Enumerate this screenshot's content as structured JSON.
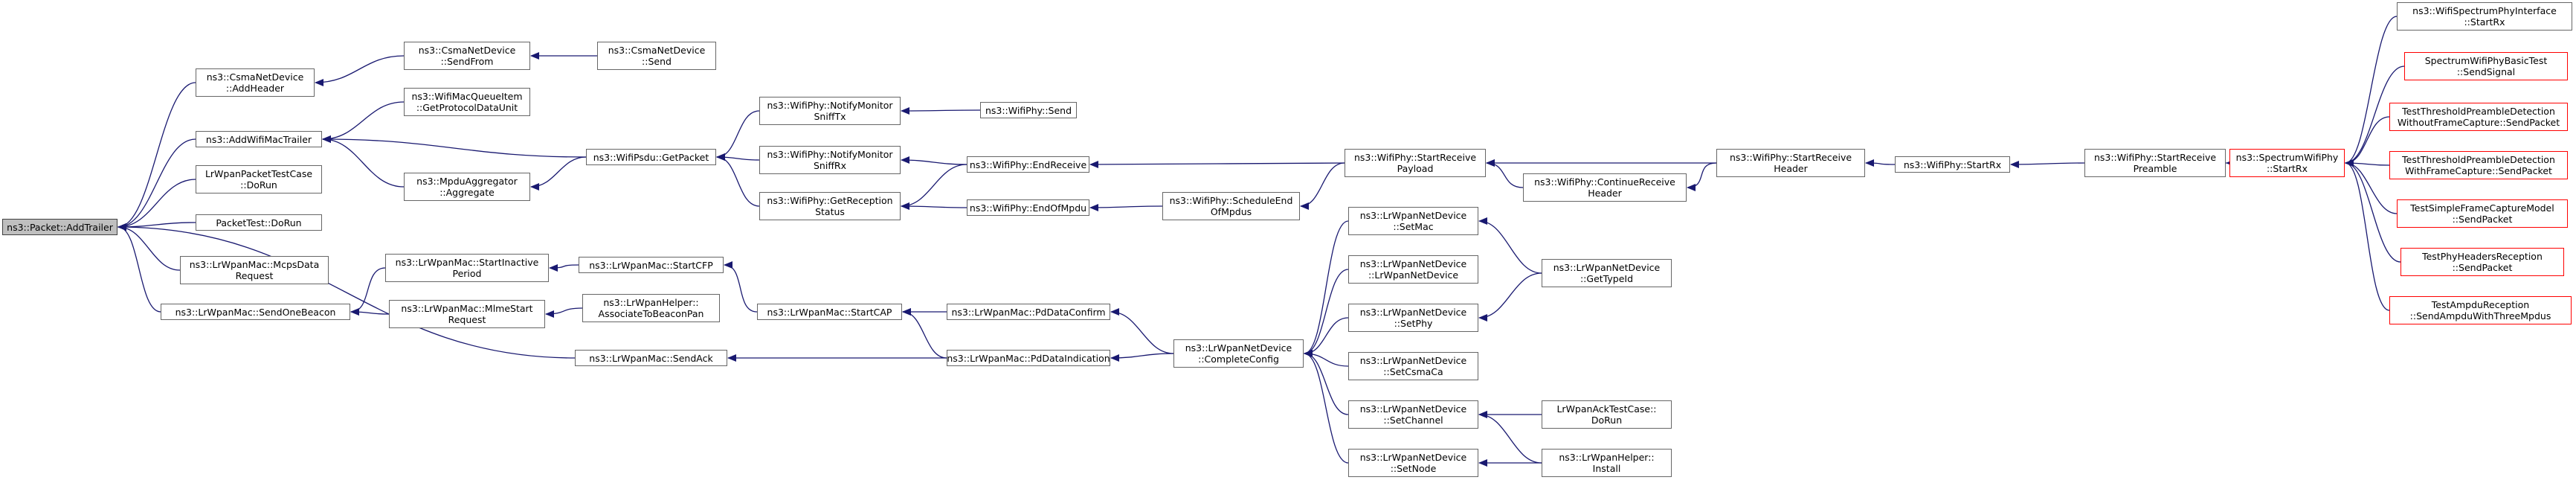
{
  "graph": {
    "root_id": "n0",
    "colors": {
      "edge": "#191970",
      "node_border": "#666666",
      "node_border_red": "#ff0000",
      "root_fill": "#bfbfbf"
    },
    "nodes": [
      {
        "id": "n0",
        "name": "node-packet-addtrailer",
        "lines": [
          "ns3::Packet::AddTrailer"
        ],
        "style": "root"
      },
      {
        "id": "n1",
        "name": "node-csmanetdevice-addheader",
        "lines": [
          "ns3::CsmaNetDevice",
          "::AddHeader"
        ]
      },
      {
        "id": "n2",
        "name": "node-addwifimactrailer",
        "lines": [
          "ns3::AddWifiMacTrailer"
        ]
      },
      {
        "id": "n3",
        "name": "node-lrwpanpackettestcase-dorun",
        "lines": [
          "LrWpanPacketTestCase",
          "::DoRun"
        ]
      },
      {
        "id": "n4",
        "name": "node-packettest-dorun",
        "lines": [
          "PacketTest::DoRun"
        ]
      },
      {
        "id": "n5",
        "name": "node-lrwpanmac-mcpsdatarequest",
        "lines": [
          "ns3::LrWpanMac::McpsData",
          "Request"
        ]
      },
      {
        "id": "n6",
        "name": "node-lrwpanmac-sendonebeacon",
        "lines": [
          "ns3::LrWpanMac::SendOneBeacon"
        ]
      },
      {
        "id": "n7",
        "name": "node-csmanetdevice-sendfrom",
        "lines": [
          "ns3::CsmaNetDevice",
          "::SendFrom"
        ]
      },
      {
        "id": "n8",
        "name": "node-wifimacqueueitem-getprotocoldataunit",
        "lines": [
          "ns3::WifiMacQueueItem",
          "::GetProtocolDataUnit"
        ]
      },
      {
        "id": "n9",
        "name": "node-mpduaggregator-aggregate",
        "lines": [
          "ns3::MpduAggregator",
          "::Aggregate"
        ]
      },
      {
        "id": "n10",
        "name": "node-lrwpanmac-startinactiveperiod",
        "lines": [
          "ns3::LrWpanMac::StartInactive",
          "Period"
        ]
      },
      {
        "id": "n11",
        "name": "node-lrwpanmac-mlmestartrequest",
        "lines": [
          "ns3::LrWpanMac::MlmeStart",
          "Request"
        ]
      },
      {
        "id": "n12",
        "name": "node-csmanetdevice-send",
        "lines": [
          "ns3::CsmaNetDevice",
          "::Send"
        ]
      },
      {
        "id": "n13",
        "name": "node-wifipsdu-getpacket",
        "lines": [
          "ns3::WifiPsdu::GetPacket"
        ]
      },
      {
        "id": "n14",
        "name": "node-lrwpanmac-startcfp",
        "lines": [
          "ns3::LrWpanMac::StartCFP"
        ]
      },
      {
        "id": "n15",
        "name": "node-lrwpanhelper-associatetobeaconpan",
        "lines": [
          "ns3::LrWpanHelper::",
          "AssociateToBeaconPan"
        ]
      },
      {
        "id": "n16",
        "name": "node-lrwpanmac-sendack",
        "lines": [
          "ns3::LrWpanMac::SendAck"
        ]
      },
      {
        "id": "n17",
        "name": "node-wifiphy-notifymonitorsnifftx",
        "lines": [
          "ns3::WifiPhy::NotifyMonitor",
          "SniffTx"
        ]
      },
      {
        "id": "n18",
        "name": "node-wifiphy-notifymonitorsniffrx",
        "lines": [
          "ns3::WifiPhy::NotifyMonitor",
          "SniffRx"
        ]
      },
      {
        "id": "n19",
        "name": "node-wifiphy-getreceptionstatus",
        "lines": [
          "ns3::WifiPhy::GetReception",
          "Status"
        ]
      },
      {
        "id": "n20",
        "name": "node-lrwpanmac-startcap",
        "lines": [
          "ns3::LrWpanMac::StartCAP"
        ]
      },
      {
        "id": "n21",
        "name": "node-wifiphy-send",
        "lines": [
          "ns3::WifiPhy::Send"
        ]
      },
      {
        "id": "n22",
        "name": "node-wifiphy-endreceive",
        "lines": [
          "ns3::WifiPhy::EndReceive"
        ]
      },
      {
        "id": "n23",
        "name": "node-wifiphy-endofmpdu",
        "lines": [
          "ns3::WifiPhy::EndOfMpdu"
        ]
      },
      {
        "id": "n24",
        "name": "node-lrwpanmac-pddataconfirm",
        "lines": [
          "ns3::LrWpanMac::PdDataConfirm"
        ]
      },
      {
        "id": "n25",
        "name": "node-lrwpanmac-pddataindication",
        "lines": [
          "ns3::LrWpanMac::PdDataIndication"
        ]
      },
      {
        "id": "n26",
        "name": "node-wifiphy-scheduleendofmpdus",
        "lines": [
          "ns3::WifiPhy::ScheduleEnd",
          "OfMpdus"
        ]
      },
      {
        "id": "n27",
        "name": "node-lrwpannetdevice-completeconfig",
        "lines": [
          "ns3::LrWpanNetDevice",
          "::CompleteConfig"
        ]
      },
      {
        "id": "n28",
        "name": "node-wifiphy-startreceivepayload",
        "lines": [
          "ns3::WifiPhy::StartReceive",
          "Payload"
        ]
      },
      {
        "id": "n29",
        "name": "node-wifiphy-continuereceiveheader",
        "lines": [
          "ns3::WifiPhy::ContinueReceive",
          "Header"
        ]
      },
      {
        "id": "n30",
        "name": "node-lrwpannetdevice-setmac",
        "lines": [
          "ns3::LrWpanNetDevice",
          "::SetMac"
        ]
      },
      {
        "id": "n31",
        "name": "node-lrwpannetdevice-lrwpannetdevice",
        "lines": [
          "ns3::LrWpanNetDevice",
          "::LrWpanNetDevice"
        ]
      },
      {
        "id": "n32",
        "name": "node-lrwpannetdevice-setphy",
        "lines": [
          "ns3::LrWpanNetDevice",
          "::SetPhy"
        ]
      },
      {
        "id": "n33",
        "name": "node-lrwpannetdevice-setcsmaca",
        "lines": [
          "ns3::LrWpanNetDevice",
          "::SetCsmaCa"
        ]
      },
      {
        "id": "n34",
        "name": "node-lrwpannetdevice-setchannel",
        "lines": [
          "ns3::LrWpanNetDevice",
          "::SetChannel"
        ]
      },
      {
        "id": "n35",
        "name": "node-lrwpannetdevice-setnode",
        "lines": [
          "ns3::LrWpanNetDevice",
          "::SetNode"
        ]
      },
      {
        "id": "n36",
        "name": "node-lrwpannetdevice-gettypeid",
        "lines": [
          "ns3::LrWpanNetDevice",
          "::GetTypeId"
        ]
      },
      {
        "id": "n37",
        "name": "node-lrwpanacktestcase-dorun",
        "lines": [
          "LrWpanAckTestCase::",
          "DoRun"
        ]
      },
      {
        "id": "n38",
        "name": "node-lrwpanhelper-install",
        "lines": [
          "ns3::LrWpanHelper::",
          "Install"
        ]
      },
      {
        "id": "n39",
        "name": "node-wifiphy-startreceiveheader",
        "lines": [
          "ns3::WifiPhy::StartReceive",
          "Header"
        ]
      },
      {
        "id": "n40",
        "name": "node-wifiphy-startrx",
        "lines": [
          "ns3::WifiPhy::StartRx"
        ]
      },
      {
        "id": "n41",
        "name": "node-wifiphy-startreceivepreamble",
        "lines": [
          "ns3::WifiPhy::StartReceive",
          "Preamble"
        ]
      },
      {
        "id": "n42",
        "name": "node-spectrumwifiphy-startrx",
        "lines": [
          "ns3::SpectrumWifiPhy",
          "::StartRx"
        ],
        "style": "red"
      },
      {
        "id": "n43",
        "name": "node-wifispectrumphyinterface-startrx",
        "lines": [
          "ns3::WifiSpectrumPhyInterface",
          "::StartRx"
        ]
      },
      {
        "id": "n44",
        "name": "node-spectrumwifiphybasictest-sendsignal",
        "lines": [
          "SpectrumWifiPhyBasicTest",
          "::SendSignal"
        ],
        "style": "red"
      },
      {
        "id": "n45",
        "name": "node-testthresholdpreambledetectionwithoutframecapture-sendpacket",
        "lines": [
          "TestThresholdPreambleDetection",
          "WithoutFrameCapture::SendPacket"
        ],
        "style": "red"
      },
      {
        "id": "n46",
        "name": "node-testthresholdpreambledetectionwithframecapture-sendpacket",
        "lines": [
          "TestThresholdPreambleDetection",
          "WithFrameCapture::SendPacket"
        ],
        "style": "red"
      },
      {
        "id": "n47",
        "name": "node-testsimpleframecapturemodel-sendpacket",
        "lines": [
          "TestSimpleFrameCaptureModel",
          "::SendPacket"
        ],
        "style": "red"
      },
      {
        "id": "n48",
        "name": "node-testphyheadersreception-sendpacket",
        "lines": [
          "TestPhyHeadersReception",
          "::SendPacket"
        ],
        "style": "red"
      },
      {
        "id": "n49",
        "name": "node-testampdureception-sendampduwiththreempdus",
        "lines": [
          "TestAmpduReception",
          "::SendAmpduWithThreeMpdus"
        ],
        "style": "red"
      }
    ],
    "edges": [
      [
        "n1",
        "n0"
      ],
      [
        "n2",
        "n0"
      ],
      [
        "n3",
        "n0"
      ],
      [
        "n4",
        "n0"
      ],
      [
        "n5",
        "n0"
      ],
      [
        "n6",
        "n0"
      ],
      [
        "n16",
        "n0"
      ],
      [
        "n7",
        "n1"
      ],
      [
        "n12",
        "n7"
      ],
      [
        "n8",
        "n2"
      ],
      [
        "n9",
        "n2"
      ],
      [
        "n13",
        "n2"
      ],
      [
        "n13",
        "n9"
      ],
      [
        "n17",
        "n13"
      ],
      [
        "n18",
        "n13"
      ],
      [
        "n19",
        "n13"
      ],
      [
        "n21",
        "n17"
      ],
      [
        "n22",
        "n18"
      ],
      [
        "n22",
        "n19"
      ],
      [
        "n23",
        "n19"
      ],
      [
        "n28",
        "n22"
      ],
      [
        "n26",
        "n23"
      ],
      [
        "n28",
        "n26"
      ],
      [
        "n10",
        "n6"
      ],
      [
        "n11",
        "n6"
      ],
      [
        "n14",
        "n10"
      ],
      [
        "n20",
        "n14"
      ],
      [
        "n15",
        "n11"
      ],
      [
        "n24",
        "n20"
      ],
      [
        "n25",
        "n20"
      ],
      [
        "n25",
        "n16"
      ],
      [
        "n27",
        "n24"
      ],
      [
        "n27",
        "n25"
      ],
      [
        "n30",
        "n27"
      ],
      [
        "n31",
        "n27"
      ],
      [
        "n32",
        "n27"
      ],
      [
        "n33",
        "n27"
      ],
      [
        "n34",
        "n27"
      ],
      [
        "n35",
        "n27"
      ],
      [
        "n36",
        "n30"
      ],
      [
        "n36",
        "n32"
      ],
      [
        "n37",
        "n34"
      ],
      [
        "n38",
        "n34"
      ],
      [
        "n38",
        "n35"
      ],
      [
        "n39",
        "n28"
      ],
      [
        "n29",
        "n28"
      ],
      [
        "n39",
        "n29"
      ],
      [
        "n40",
        "n39"
      ],
      [
        "n41",
        "n40"
      ],
      [
        "n42",
        "n41"
      ],
      [
        "n43",
        "n42"
      ],
      [
        "n44",
        "n42"
      ],
      [
        "n45",
        "n42"
      ],
      [
        "n46",
        "n42"
      ],
      [
        "n47",
        "n42"
      ],
      [
        "n48",
        "n42"
      ],
      [
        "n49",
        "n42"
      ]
    ]
  }
}
